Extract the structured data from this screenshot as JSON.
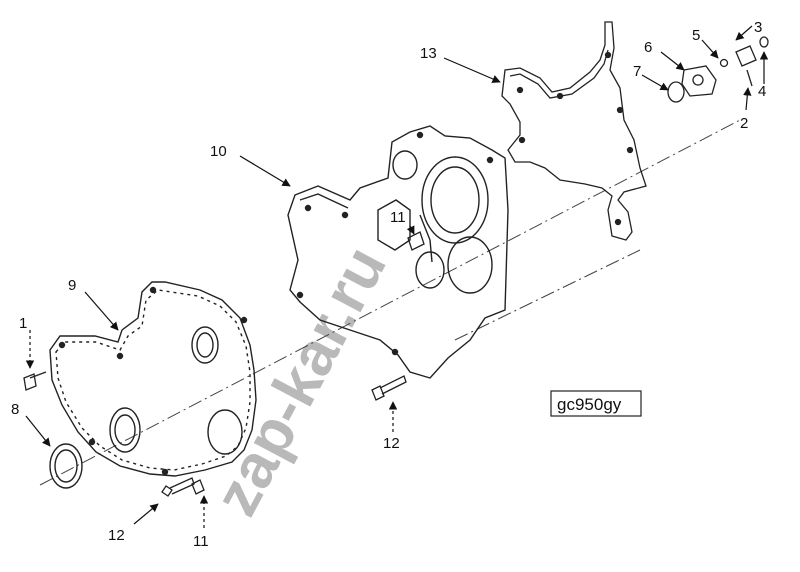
{
  "diagram": {
    "reference_code": "gc950gy",
    "watermark": "zap-kar.ru",
    "callouts": [
      {
        "id": "c1",
        "label": "1"
      },
      {
        "id": "c2",
        "label": "2"
      },
      {
        "id": "c3",
        "label": "3"
      },
      {
        "id": "c4",
        "label": "4"
      },
      {
        "id": "c5",
        "label": "5"
      },
      {
        "id": "c6",
        "label": "6"
      },
      {
        "id": "c7",
        "label": "7"
      },
      {
        "id": "c8",
        "label": "8"
      },
      {
        "id": "c9",
        "label": "9"
      },
      {
        "id": "c10",
        "label": "10"
      },
      {
        "id": "c11a",
        "label": "11"
      },
      {
        "id": "c11b",
        "label": "11"
      },
      {
        "id": "c12a",
        "label": "12"
      },
      {
        "id": "c12b",
        "label": "12"
      },
      {
        "id": "c13",
        "label": "13"
      }
    ]
  }
}
